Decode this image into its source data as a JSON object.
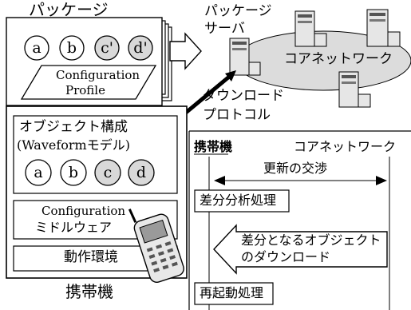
{
  "package": {
    "title": "パッケージ",
    "items": [
      "a",
      "b",
      "c'",
      "d'"
    ],
    "profile_line1": "Configuration",
    "profile_line2": "Profile"
  },
  "server": {
    "label_line1": "パッケージ",
    "label_line2": "サーバ",
    "core_network": "コアネットワーク"
  },
  "download_protocol": {
    "line1": "ダウンロード",
    "line2": "プロトコル"
  },
  "device": {
    "object_config_line1": "オブジェクト構成",
    "object_config_line2": "(Waveformモデル)",
    "items": [
      "a",
      "b",
      "c",
      "d"
    ],
    "middleware_line1": "Configuration",
    "middleware_line2": "ミドルウェア",
    "runtime": "動作環境",
    "caption": "携帯機"
  },
  "sequence": {
    "actor_left": "携帯機",
    "actor_right": "コアネットワーク",
    "msg_update": "更新の交渉",
    "step_diff": "差分分析処理",
    "msg_download_line1": "差分となるオブジェクト",
    "msg_download_line2": "のダウンロード",
    "step_restart": "再起動処理"
  }
}
